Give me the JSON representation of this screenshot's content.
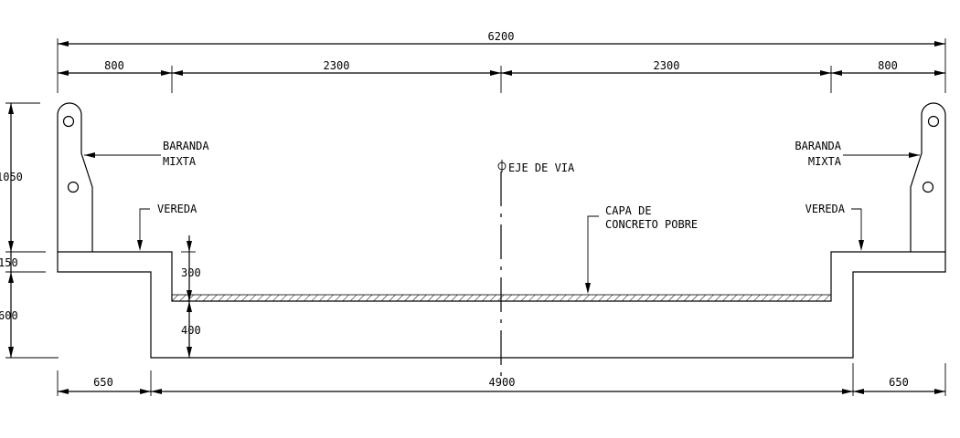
{
  "dimensions": {
    "overall_width": "6200",
    "left_sidewalk_width": "800",
    "left_lane_width": "2300",
    "right_lane_width": "2300",
    "right_sidewalk_width": "800",
    "railing_height": "1050",
    "sidewalk_thickness": "150",
    "edge_depth": "600",
    "deck_top_depth": "300",
    "deck_depth": "400",
    "bottom_left": "650",
    "bottom_center": "4900",
    "bottom_right": "650"
  },
  "labels": {
    "railing_left_line1": "BARANDA",
    "railing_left_line2": "MIXTA",
    "railing_right_line1": "BARANDA",
    "railing_right_line2": "MIXTA",
    "sidewalk_left": "VEREDA",
    "sidewalk_right": "VEREDA",
    "road_axis": "EJE DE VIA",
    "concrete_layer_line1": "CAPA DE",
    "concrete_layer_line2": "CONCRETO POBRE"
  },
  "icons": {
    "centerline": "centerline-symbol-icon"
  }
}
